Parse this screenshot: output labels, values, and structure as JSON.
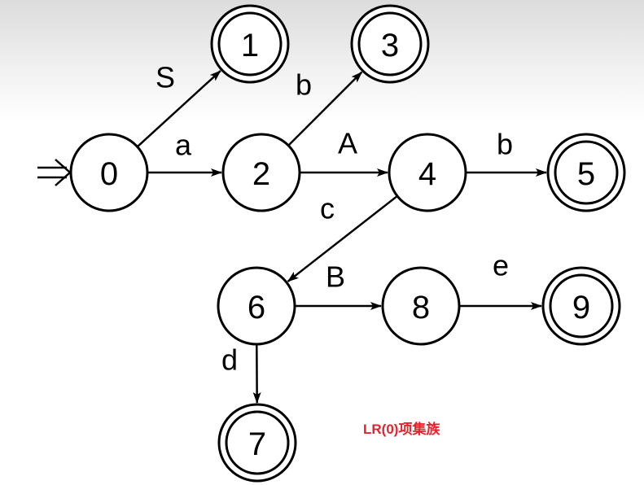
{
  "states": [
    {
      "id": "s0",
      "label": "0",
      "accepting": false
    },
    {
      "id": "s1",
      "label": "1",
      "accepting": true
    },
    {
      "id": "s2",
      "label": "2",
      "accepting": false
    },
    {
      "id": "s3",
      "label": "3",
      "accepting": true
    },
    {
      "id": "s4",
      "label": "4",
      "accepting": false
    },
    {
      "id": "s5",
      "label": "5",
      "accepting": true
    },
    {
      "id": "s6",
      "label": "6",
      "accepting": false
    },
    {
      "id": "s7",
      "label": "7",
      "accepting": true
    },
    {
      "id": "s8",
      "label": "8",
      "accepting": false
    },
    {
      "id": "s9",
      "label": "9",
      "accepting": true
    }
  ],
  "start_state": "s0",
  "transitions": [
    {
      "from": "s0",
      "to": "s1",
      "symbol": "S"
    },
    {
      "from": "s0",
      "to": "s2",
      "symbol": "a"
    },
    {
      "from": "s2",
      "to": "s3",
      "symbol": "b"
    },
    {
      "from": "s2",
      "to": "s4",
      "symbol": "A"
    },
    {
      "from": "s4",
      "to": "s5",
      "symbol": "b"
    },
    {
      "from": "s4",
      "to": "s6",
      "symbol": "c"
    },
    {
      "from": "s6",
      "to": "s8",
      "symbol": "B"
    },
    {
      "from": "s6",
      "to": "s7",
      "symbol": "d"
    },
    {
      "from": "s8",
      "to": "s9",
      "symbol": "e"
    }
  ],
  "caption": "LR(0)项集族",
  "colors": {
    "caption": "#e8212c",
    "stroke": "#000000"
  }
}
